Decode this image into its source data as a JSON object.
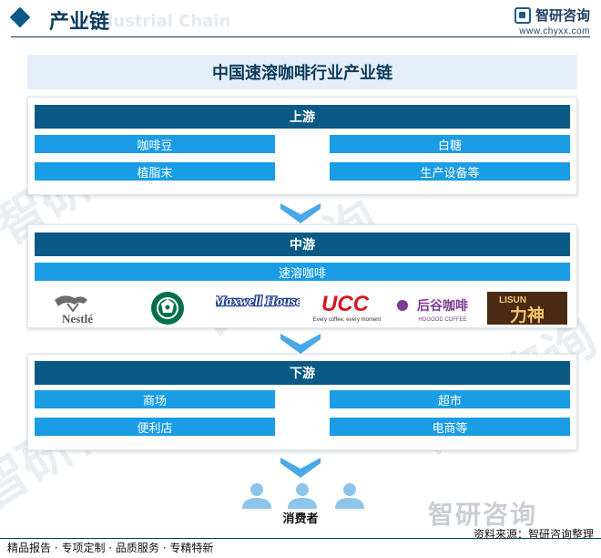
{
  "header": {
    "title": "产业链",
    "ghost_text": "Industrial Chain",
    "logo_name": "智研咨询",
    "logo_url": "www.chyxx.com"
  },
  "diagram": {
    "title": "中国速溶咖啡行业产业链",
    "upstream": {
      "label": "上游",
      "items": [
        "咖啡豆",
        "白糖",
        "植脂末",
        "生产设备等"
      ]
    },
    "midstream": {
      "label": "中游",
      "product": "速溶咖啡",
      "brands": [
        {
          "name": "nestle",
          "text": "Nestlé"
        },
        {
          "name": "starbucks",
          "text": ""
        },
        {
          "name": "maxwell-house",
          "text": "Maxwell House"
        },
        {
          "name": "ucc",
          "text": "UCC",
          "tagline": "Every coffee, every moment"
        },
        {
          "name": "hogood",
          "text": "后谷咖啡",
          "tagline": "HOGOOD COFFEE"
        },
        {
          "name": "lisun",
          "text": "LISUN",
          "cn": "力神"
        }
      ]
    },
    "downstream": {
      "label": "下游",
      "items": [
        "商场",
        "超市",
        "便利店",
        "电商等"
      ]
    },
    "consumer_label": "消费者"
  },
  "footer": {
    "left": "精品报告 · 专项定制 · 品质服务 · 专精特新",
    "source": "资料来源：智研咨询整理",
    "watermark": "智研咨询"
  },
  "colors": {
    "dark_bar": "#0b5a85",
    "cell": "#1a9de4",
    "title_bg": "#e3eef8",
    "arrow": "#4aa8e6"
  }
}
